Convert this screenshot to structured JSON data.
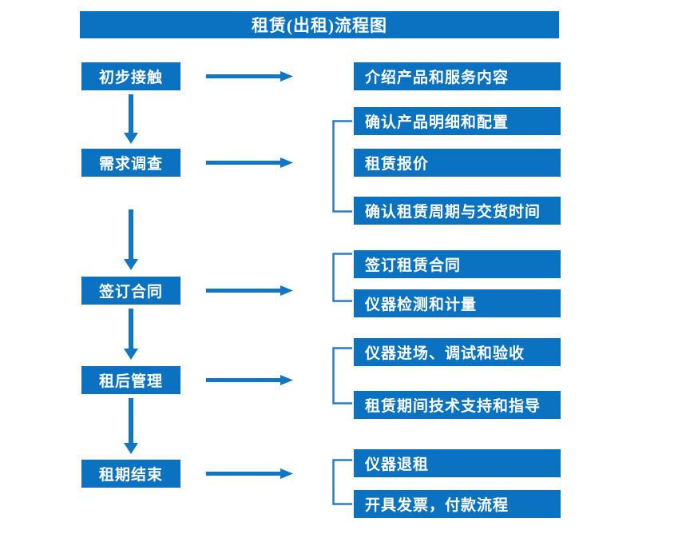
{
  "diagram": {
    "title": "租赁(出租)流程图",
    "accent_color": "#0a72c0",
    "connector_color": "#0f77c4",
    "bracket_color": "#2b7cc0",
    "text_color": "#ffffff",
    "background_color": "#ffffff",
    "type": "flowchart",
    "stages": [
      {
        "id": "stage-1",
        "label": "初步接触",
        "details": [
          "介绍产品和服务内容"
        ],
        "grouped": false
      },
      {
        "id": "stage-2",
        "label": "需求调查",
        "details": [
          "确认产品明细和配置",
          "租赁报价",
          "确认租赁周期与交货时间"
        ],
        "grouped": true
      },
      {
        "id": "stage-3",
        "label": "签订合同",
        "details": [
          "签订租赁合同",
          "仪器检测和计量"
        ],
        "grouped": true
      },
      {
        "id": "stage-4",
        "label": "租后管理",
        "details": [
          "仪器进场、调试和验收",
          "租赁期间技术支持和指导"
        ],
        "grouped": true
      },
      {
        "id": "stage-5",
        "label": "租期结束",
        "details": [
          "仪器退租",
          "开具发票，付款流程"
        ],
        "grouped": true
      }
    ],
    "detail_boxes": [
      "介绍产品和服务内容",
      "确认产品明细和配置",
      "租赁报价",
      "确认租赁周期与交货时间",
      "签订租赁合同",
      "仪器检测和计量",
      "仪器进场、调试和验收",
      "租赁期间技术支持和指导",
      "仪器退租",
      "开具发票，付款流程"
    ],
    "icons": {
      "down_arrow": "down-arrow-icon",
      "right_arrow": "right-arrow-icon",
      "group_bracket": "group-bracket-icon"
    }
  }
}
